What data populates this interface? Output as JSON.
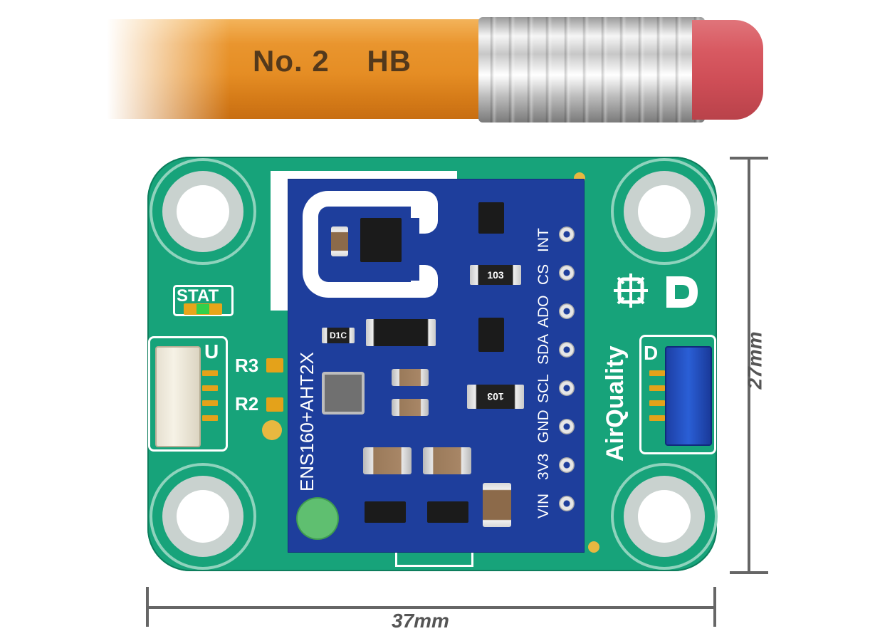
{
  "pencil": {
    "imprint_number": "No. 2",
    "imprint_grade": "HB"
  },
  "dimensions": {
    "width_label": "37mm",
    "height_label": "27mm"
  },
  "board": {
    "status_led_label": "STAT",
    "connector_left_label": "U",
    "connector_right_label": "D",
    "resistor_labels": [
      "R3",
      "R2"
    ],
    "product_name": "AirQuality",
    "sensor_module": {
      "name": "ENS160+AHT2X",
      "resistor_codes": [
        "103",
        "103"
      ],
      "diode_marking": "D1C",
      "pins": [
        "INT",
        "CS",
        "ADO",
        "SDA",
        "SCL",
        "GND",
        "3V3",
        "VIN"
      ]
    }
  },
  "colors": {
    "pcb_green": "#17a37a",
    "sensor_blue": "#1e3e9c",
    "pencil_orange": "#e58d24",
    "eraser_pink": "#d85a62"
  }
}
